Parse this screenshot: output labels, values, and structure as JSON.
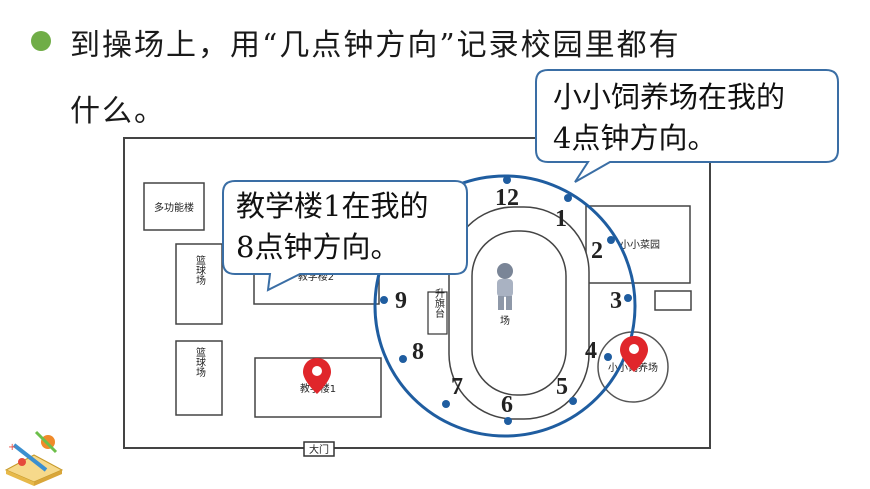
{
  "instruction": {
    "line1": "到操场上，用“几点钟方向”记录校园里都有",
    "line2": "什么。"
  },
  "bubbles": {
    "right": {
      "line1": "小小饲养场在我的",
      "line2": "4点钟方向。"
    },
    "left": {
      "line1": "教学楼1在我的",
      "line2": "8点钟方向。"
    }
  },
  "map": {
    "buildings": {
      "multi": "多功能楼",
      "court_top": "篮球场",
      "court_bottom": "篮球场",
      "teach2": "教学楼2",
      "teach1": "教学楼1",
      "flag": "升旗台",
      "garden": "小小菜园",
      "farm": "小小饲养场",
      "gate": "大门",
      "field": "场"
    },
    "clock": [
      "12",
      "1",
      "2",
      "3",
      "4",
      "5",
      "6",
      "7",
      "8",
      "9"
    ]
  },
  "colors": {
    "bullet": "#70ad47",
    "circle": "#1f5da0",
    "pin": "#e0262b"
  },
  "icons": [
    "location-pin-icon",
    "stationery-decoration-icon"
  ]
}
